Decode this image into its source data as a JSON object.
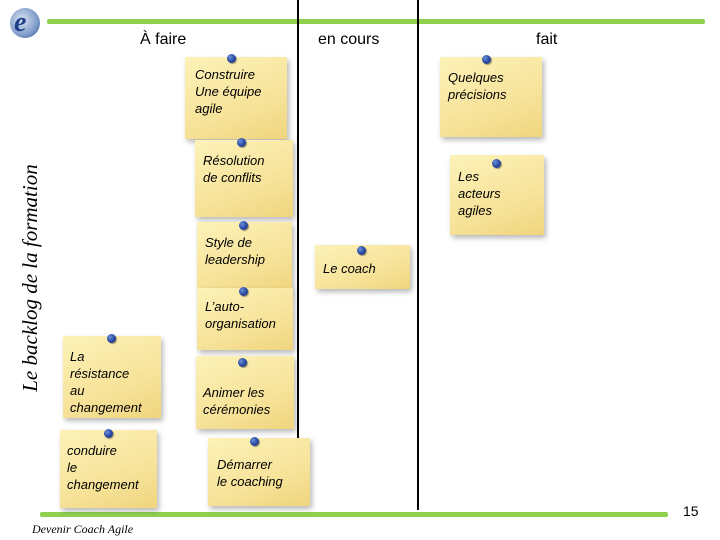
{
  "columns": {
    "todo": "À faire",
    "in_progress": "en cours",
    "done": "fait"
  },
  "side_title": "Le backlog de la formation",
  "footer": "Devenir Coach Agile",
  "page_number": "15",
  "notes": {
    "construire": "Construire\nUne équipe\nagile",
    "resolution": "Résolution\nde conflits",
    "style": "Style de\nleadership",
    "auto": "L’auto-\norganisation",
    "resistance": "La\nrésistance\nau\nchangement",
    "animer": "Animer les\ncérémonies",
    "conduire": "conduire\nle\nchangement",
    "demarrer": "Démarrer\nle coaching",
    "coach": "Le coach",
    "precisions": "Quelques\nprécisions",
    "acteurs": "Les\nacteurs\nagiles"
  },
  "colors": {
    "accent_green": "#8fd14f",
    "note_yellow": "#f7e39a",
    "pin_blue": "#2846a0"
  },
  "icons": {
    "logo": "swirl-e-logo",
    "pin": "push-pin-icon"
  }
}
